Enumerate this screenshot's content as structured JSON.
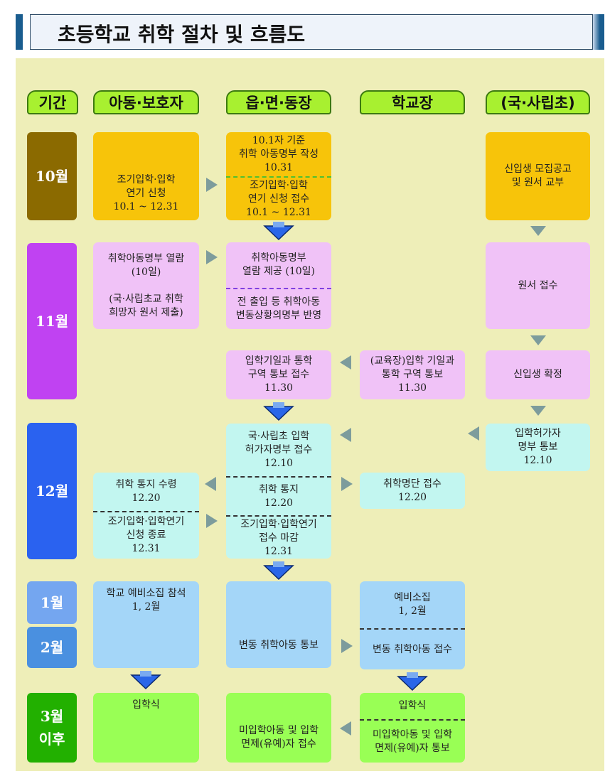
{
  "title": "초등학교 취학 절차 및 흐름도",
  "headers": [
    "기간",
    "아동·보호자",
    "읍·면·동장",
    "학교장",
    "(국·사립초)"
  ],
  "months": {
    "oct": "10월",
    "nov": "11월",
    "dec": "12월",
    "jan": "1월",
    "feb": "2월",
    "mar": "3월\n이후"
  },
  "oct": {
    "parent": "조기입학·입학\n연기 신청\n10.1 ~ 12.31",
    "office_1": "10.1자 기준\n취학 아동명부 작성\n10.31",
    "office_2": "조기입학·입학\n연기 신청 접수\n10.1 ~ 12.31",
    "private": "신입생 모집공고\n및 원서 교부"
  },
  "nov": {
    "parent": "취학아동명부 열람\n(10일)\n\n(국·사립초교 취학\n희망자 원서 제출)",
    "office_1": "취학아동명부\n열람  제공 (10일)",
    "office_2": "전  출입 등 취학아동\n변동상황의명부 반영",
    "office_3": "입학기일과 통학\n구역 통보 접수\n11.30",
    "school": "(교육장)입학 기일과\n통학 구역 통보\n11.30",
    "private_1": "원서 접수",
    "private_2": "신입생 확정"
  },
  "dec": {
    "office_1": "국·사립초 입학\n허가자명부 접수\n12.10",
    "office_2": "취학 통지\n12.20",
    "office_3": "조기입학·입학연기\n접수 마감\n12.31",
    "parent_1": "취학 통지 수령\n12.20",
    "parent_2": "조기입학·입학연기\n신청 종료\n12.31",
    "school": "취학명단 접수\n12.20",
    "private": "입학허가자\n명부 통보\n12.10"
  },
  "janfeb": {
    "parent": "학교 예비소집 참석\n1, 2월",
    "office": "변동 취학아동 통보",
    "school_1": "예비소집\n1, 2월",
    "school_2": "변동 취학아동 접수"
  },
  "mar": {
    "parent": "입학식",
    "office": "미입학아동 및 입학\n면제(유예)자 접수",
    "school_1": "입학식",
    "school_2": "미입학아동 및 입학\n면제(유예)자 통보"
  }
}
